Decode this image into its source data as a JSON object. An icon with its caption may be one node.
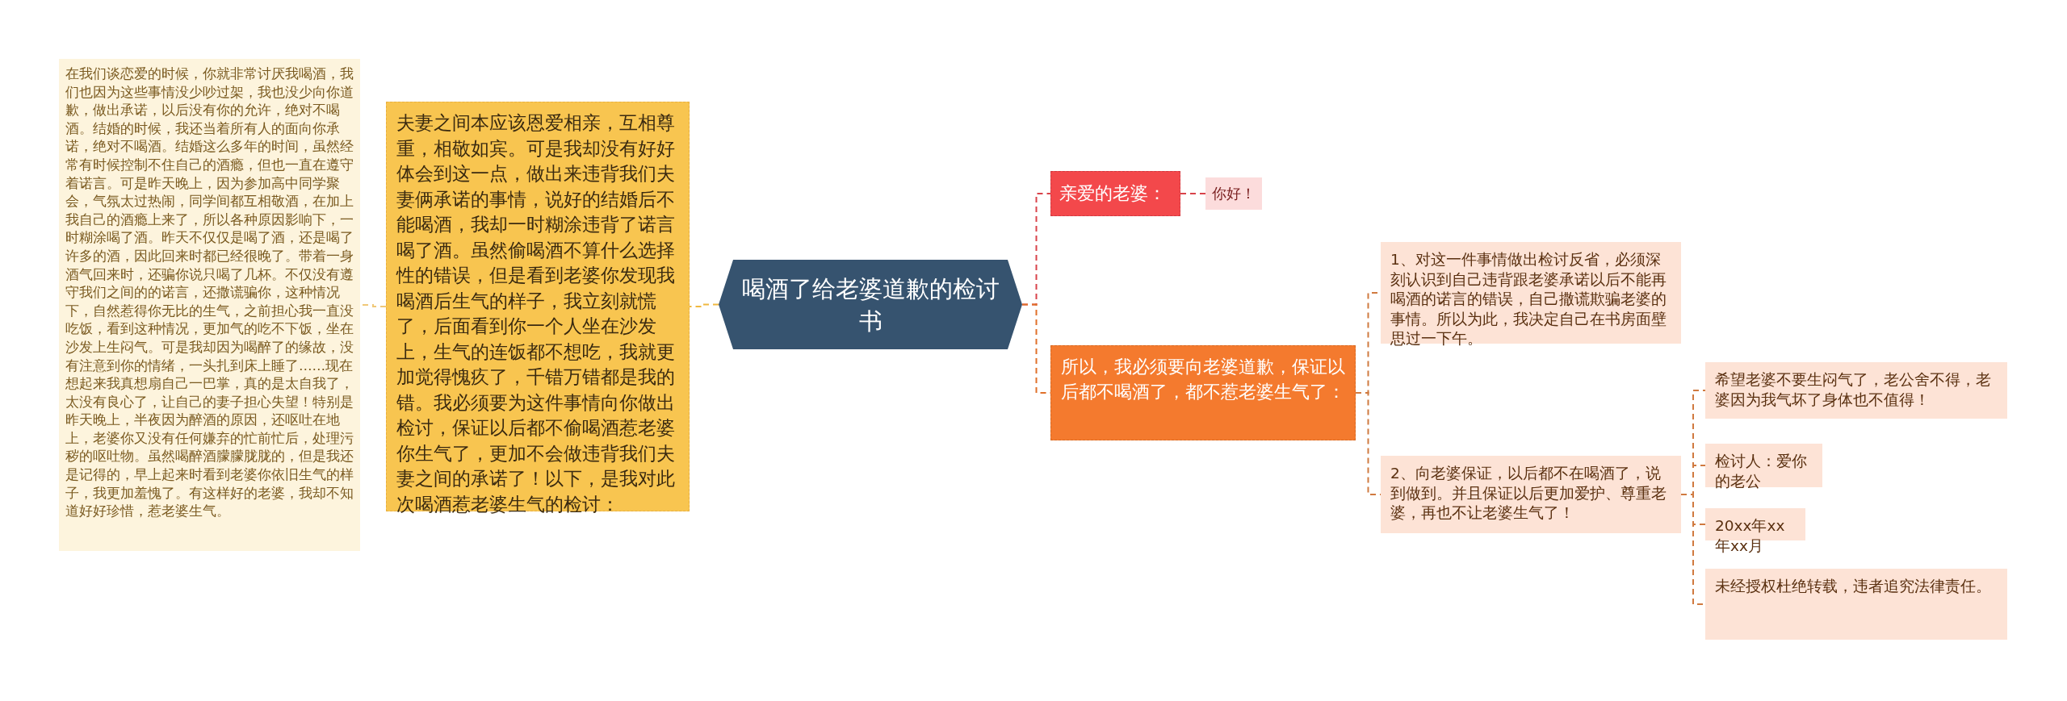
{
  "diagram": {
    "nodes": [
      {
        "text": [
          "喝酒了给老婆道歉的检讨书"
        ]
      },
      {
        "text": [
          "夫妻之间本应该恩爱相亲，互相尊重，相敬如宾。可是我却没有好好体会到这一点，做出来违背我们夫妻俩承诺的事情，说好的结婚后不能喝酒，我却一时糊涂违背了诺言喝了酒。虽然偷喝酒不算什么选择性的错误，但是看到老婆你发现我喝酒后生气的样子，我立刻就慌了，后面看到你一个人坐在沙发上，生气的连饭都不想吃，我就更加觉得愧疚了，千错万错都是我的错。我必须要为这件事情向你做出检讨，保证以后都不偷喝酒惹老婆你生气了，更加不会做违背我们夫妻之间的承诺了！以下，是我对此次喝酒惹老婆生气的检讨："
        ]
      },
      {
        "text": [
          "在我们谈恋爱的时候，你就非常讨厌我喝酒，我们也因为这些事情没少吵过架，我也没少向你道歉，做出承诺，以后没有你的允许，绝对不喝酒。结婚的时候，我还当着所有人的面向你承诺，绝对不喝酒。结婚这么多年的时间，虽然经常有时候控制不住自己的酒瘾，但也一直在遵守着诺言。可是昨天晚上，因为参加高中同学聚会，气氛太过热闹，同学间都互相敬酒，在加上我自己的酒瘾上来了，所以各种原因影响下，一时糊涂喝了酒。昨天不仅仅是喝了酒，还是喝了许多的酒，因此回来时都已经很晚了。带着一身酒气回来时，还骗你说只喝了几杯。不仅没有遵守我们之间的的诺言，还撒谎骗你，这种情况下，自然惹得你无比的生气，之前担心我一直没吃饭，看到这种情况，更加气的吃不下饭，坐在沙发上生闷气。可是我却因为喝醉了的缘故，没有注意到你的情绪，一头扎到床上睡了……现在想起来我真想扇自己一巴掌，真的是太自我了，太没有良心了，让自己的妻子担心失望！特别是昨天晚上，半夜因为醉酒的原因，还呕吐在地上，老婆你又没有任何嫌弃的忙前忙后，处理污秽的呕吐物。虽然喝醉酒朦朦胧胧的，但是我还是记得的，早上起来时看到老婆你依旧生气的样子，我更加羞愧了。有这样好的老婆，我却不知道好好珍惜，惹老婆生气。"
        ]
      },
      {
        "text": [
          "亲爱的老婆："
        ]
      },
      {
        "text": [
          "你好！"
        ]
      },
      {
        "text": [
          "所以，我必须要向老婆道歉，保证以后都不喝酒了，都不惹老婆生气了："
        ]
      },
      {
        "text": [
          "1、对这一件事情做出检讨反省，必须深刻认识到自己违背跟老婆承诺以后不能再喝酒的诺言的错误，自己撒谎欺骗老婆的事情。所以为此，我决定自己在书房面壁思过一下午。"
        ]
      },
      {
        "text": [
          "2、向老婆保证，以后都不在喝酒了，说到做到。并且保证以后更加爱护、尊重老婆，再也不让老婆生气了！"
        ]
      },
      {
        "text": [
          "希望老婆不要生闷气了，老公舍不得，老婆因为我气坏了身体也不值得！"
        ]
      },
      {
        "text": [
          "检讨人：爱你的老公"
        ]
      },
      {
        "text": [
          "20xx年xx年xx月"
        ]
      },
      {
        "text": [
          "未经授权杜绝转载，违者追究法律责任。"
        ]
      }
    ],
    "edges": [
      {
        "from": 0,
        "to": 1,
        "arrow": "none",
        "style": "dashed",
        "color": "#f0b840"
      },
      {
        "from": 1,
        "to": 2,
        "arrow": "none",
        "style": "dashed",
        "color": "#f0c878"
      },
      {
        "from": 0,
        "to": 3,
        "arrow": "none",
        "style": "dashed",
        "color": "#d9434a"
      },
      {
        "from": 3,
        "to": 4,
        "arrow": "none",
        "style": "dashed",
        "color": "#d9434a"
      },
      {
        "from": 0,
        "to": 5,
        "arrow": "none",
        "style": "dashed",
        "color": "#e0702a"
      },
      {
        "from": 5,
        "to": 6,
        "arrow": "none",
        "style": "dashed",
        "color": "#d07a40"
      },
      {
        "from": 5,
        "to": 7,
        "arrow": "none",
        "style": "dashed",
        "color": "#d07a40"
      },
      {
        "from": 7,
        "to": 8,
        "arrow": "none",
        "style": "dashed",
        "color": "#d07a40"
      },
      {
        "from": 7,
        "to": 9,
        "arrow": "none",
        "style": "dashed",
        "color": "#d07a40"
      },
      {
        "from": 7,
        "to": 10,
        "arrow": "none",
        "style": "dashed",
        "color": "#d07a40"
      },
      {
        "from": 7,
        "to": 11,
        "arrow": "none",
        "style": "dashed",
        "color": "#d07a40"
      }
    ]
  }
}
